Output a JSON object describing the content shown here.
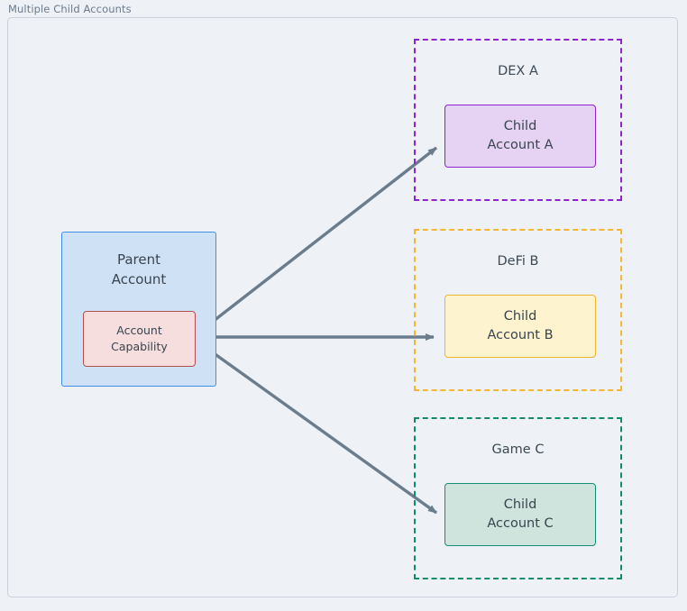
{
  "panel": {
    "title": "Multiple Child Accounts"
  },
  "diagram": {
    "type": "flow-diagram",
    "background_color": "#eef1f5",
    "edge_color": "#6b7d8d",
    "parent": {
      "label_line1": "Parent",
      "label_line2": "Account",
      "fill": "#cfe2f5",
      "stroke": "#3c90e8",
      "capability": {
        "label_line1": "Account",
        "label_line2": "Capability",
        "fill": "#f5dedd",
        "stroke": "#b0504c"
      }
    },
    "clusters": [
      {
        "id": "dex",
        "label": "DEX A",
        "stroke": "#8e24d0",
        "child": {
          "label_line1": "Child",
          "label_line2": "Account A",
          "fill": "#e6d3f4",
          "stroke": "#8e24d0"
        }
      },
      {
        "id": "defi",
        "label": "DeFi B",
        "stroke": "#f5b731",
        "child": {
          "label_line1": "Child",
          "label_line2": "Account B",
          "fill": "#fdf3cf",
          "stroke": "#f0b429"
        }
      },
      {
        "id": "game",
        "label": "Game C",
        "stroke": "#128a6e",
        "child": {
          "label_line1": "Child",
          "label_line2": "Account C",
          "fill": "#cfe4dc",
          "stroke": "#158f72"
        }
      }
    ],
    "edges": [
      {
        "from": "account-capability",
        "to": "child-account-a",
        "label": ""
      },
      {
        "from": "account-capability",
        "to": "child-account-b",
        "label": ""
      },
      {
        "from": "account-capability",
        "to": "child-account-c",
        "label": ""
      }
    ]
  }
}
